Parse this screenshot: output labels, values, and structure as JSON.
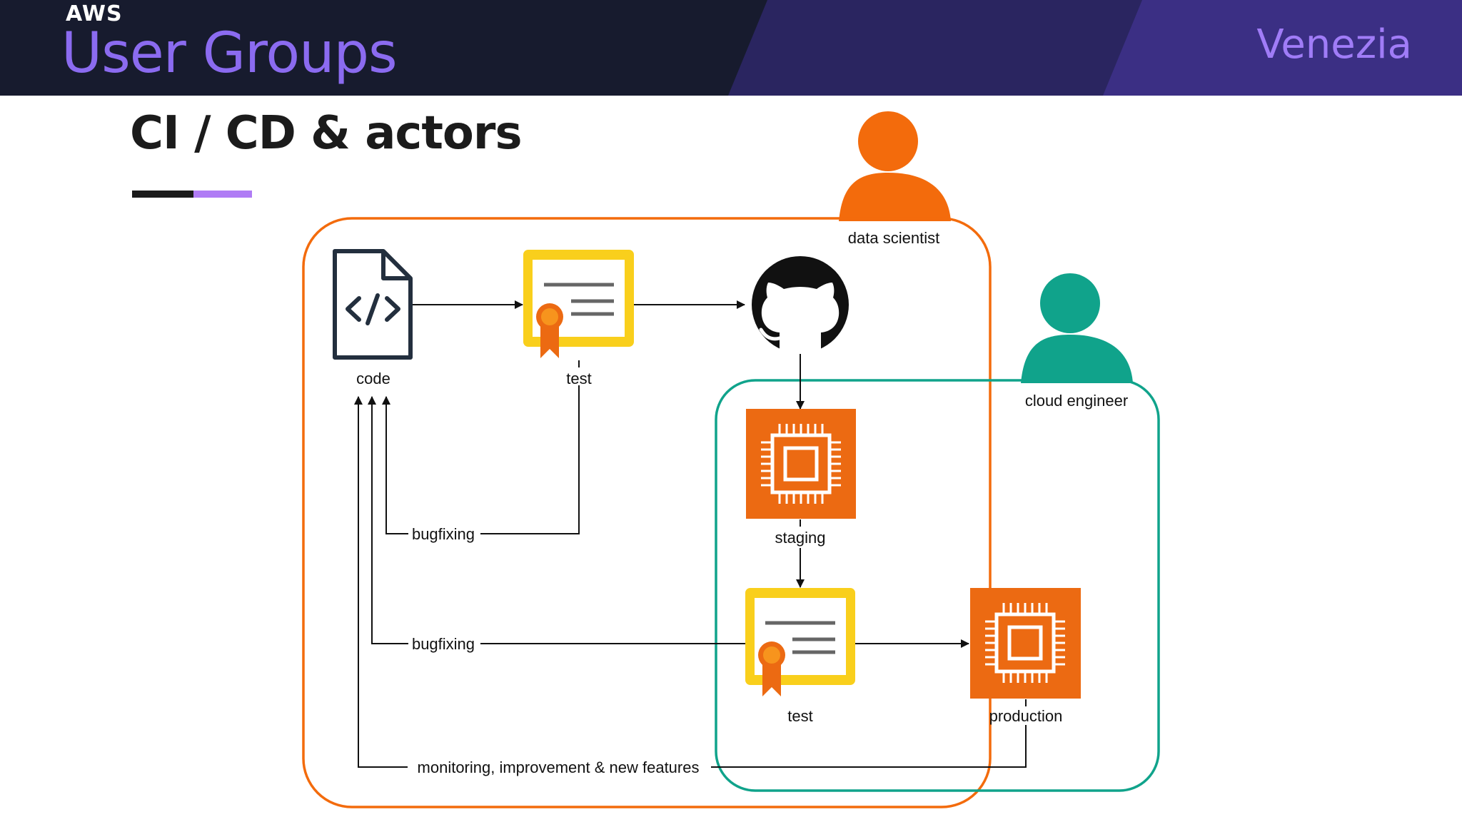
{
  "header": {
    "aws_label": "AWS",
    "group_title": "User Groups",
    "brand": "Venezia"
  },
  "slide": {
    "title": "CI / CD & actors"
  },
  "actors": {
    "data_scientist": "data scientist",
    "cloud_engineer": "cloud engineer"
  },
  "nodes": {
    "code": "code",
    "test_top": "test",
    "staging": "staging",
    "test_bottom": "test",
    "production": "production"
  },
  "edges": {
    "bugfixing_1": "bugfixing",
    "bugfixing_2": "bugfixing",
    "feedback": "monitoring, improvement & new features"
  },
  "colors": {
    "banner_dark": "#171b2e",
    "banner_purple": "#3b2f84",
    "data_scientist": "#f36b0c",
    "cloud_engineer": "#10a38b",
    "compute_orange": "#ec6a12",
    "certificate_yellow": "#f9cf1c",
    "accent_purple": "#b07cf5"
  },
  "icons": {
    "code": "code-file-icon",
    "test": "certificate-icon",
    "repo": "github-icon",
    "compute": "chip-icon",
    "actor": "person-icon"
  }
}
